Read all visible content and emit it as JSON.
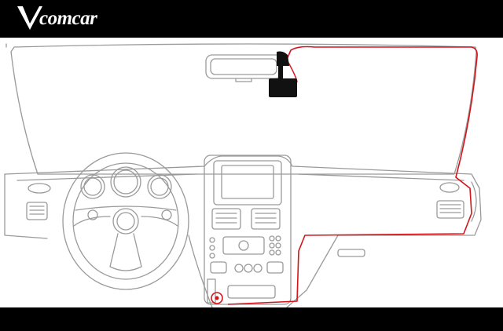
{
  "brand": {
    "name": "Vcomcar",
    "mark": "V",
    "text": "comcar",
    "text_color": "#ffffff",
    "bar_color": "#000000"
  },
  "diagram": {
    "line_color": "#9a9a9a",
    "cable_color": "#d4141a",
    "camera_color": "#111111"
  },
  "icons": {
    "logo": "v-logo-icon",
    "dash_camera": "dash-camera-icon",
    "rearview_mirror": "rearview-mirror-icon",
    "steering_wheel": "steering-wheel-icon",
    "power_socket": "power-socket-icon"
  }
}
